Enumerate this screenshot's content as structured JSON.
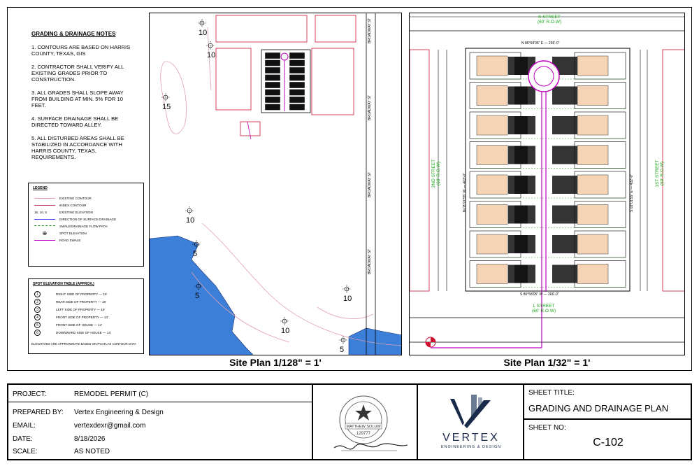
{
  "notes": {
    "title": "GRADING & DRAINAGE NOTES",
    "items": [
      "1. CONTOURS ARE BASED ON HARRIS COUNTY, TEXAS, GIS",
      "2. CONTRACTOR SHALL VERIFY ALL EXISTING GRADES PRIOR TO CONSTRUCTION.",
      "3. ALL GRADES SHALL SLOPE AWAY FROM BUILDING AT MIN. 5% FOR 10 FEET.",
      "4. SURFACE DRAINAGE SHALL BE DIRECTED TOWARD ALLEY.",
      "5. ALL DISTURBED AREAS SHALL BE STABILIZED IN ACCORDANCE WITH HARRIS COUNTY, TEXAS, REQUIREMENTS."
    ]
  },
  "legend": {
    "title": "LEGEND",
    "items": [
      {
        "label": "EXISTING CONTOUR",
        "color": "#e0a0b0"
      },
      {
        "label": "INDEX CONTOUR",
        "color": "#c0407a"
      },
      {
        "label": "EXISTING ELEVATION",
        "color": ""
      },
      {
        "label": "DIRECTION OF SURFACE DRAINAGE",
        "color": "#4040ff"
      },
      {
        "label": "SWALE/DRAINAGE FLOW PATH",
        "color": "#20a020"
      },
      {
        "label": "SPOT ELEVATION",
        "color": ""
      },
      {
        "label": "ROAD SWALE",
        "color": "#c000c0"
      }
    ],
    "elevation_sample": "15, 10, 5"
  },
  "spot_table": {
    "title": "SPOT ELEVATION TABLE (APPROX.)",
    "rows": [
      {
        "n": "1",
        "text": "RIGHT SIDE OF PROPERTY — 15'"
      },
      {
        "n": "2",
        "text": "REAR SIDE OF PROPERTY — 15'"
      },
      {
        "n": "3",
        "text": "LEFT SIDE OF PROPERTY — 15'"
      },
      {
        "n": "4",
        "text": "FRONT SIDE OF PROPERTY — 14'"
      },
      {
        "n": "5",
        "text": "FRONT SIDE OF HOUSE — 14'"
      },
      {
        "n": "6",
        "text": "DOWNWARD SIDE OF HOUSE — 14'"
      }
    ],
    "footnote": "ELEVATIONS ARE APPROXIMATE BASED ON PGATLAS CONTOUR DATA"
  },
  "site_small": {
    "title": "Site Plan 1/128\" = 1'",
    "street_label": "BROADWAY ST",
    "contour_labels": [
      "10",
      "10",
      "15",
      "10",
      "5",
      "5",
      "10",
      "10",
      "5"
    ]
  },
  "site_large": {
    "title": "Site Plan 1/32\" = 1'",
    "top_street": "K STREET",
    "top_row": "(60' R.O.W)",
    "bottom_street": "L STREET",
    "bottom_row": "(60' R.O.W)",
    "left_street": "2ND STREET",
    "left_row": "(60' R.O.W)",
    "right_street": "1ST STREET",
    "right_row": "(60' R.O.W)",
    "north_bearing": "N 86°58'05\" E — 266'-0\"",
    "south_bearing": "S 86°58'05\" W — 266'-0\"",
    "west_bearing": "N 03°01'55\" W — 403'-0\"",
    "east_bearing": "S 03°01'55\" E — 432'-0\"",
    "lot_rows": 8
  },
  "title_block": {
    "project_label": "PROJECT:",
    "project_value": "REMODEL PERMIT (C)",
    "prepared_label": "PREPARED BY:",
    "prepared_value": "Vertex Engineering & Design",
    "email_label": "EMAIL:",
    "email_value": "vertexdexr@gmail.com",
    "date_label": "DATE:",
    "date_value": "8/18/2026",
    "scale_label": "SCALE:",
    "scale_value": "AS NOTED",
    "seal_name": "MATTHEW SOLUW",
    "seal_number": "129777",
    "logo_name": "VERTEX",
    "logo_tagline": "ENGINEERING & DESIGN",
    "sheet_title_label": "SHEET TITLE:",
    "sheet_title_value": "GRADING AND DRAINAGE PLAN",
    "sheet_no_label": "SHEET NO:",
    "sheet_no_value": "C-102"
  },
  "colors": {
    "lot_fill": "#f5d4b5",
    "water": "#3c7fd9",
    "property_line": "#d01030",
    "swale": "#c000c0",
    "drainage": "#20a020",
    "row_text": "#1aa81a"
  }
}
